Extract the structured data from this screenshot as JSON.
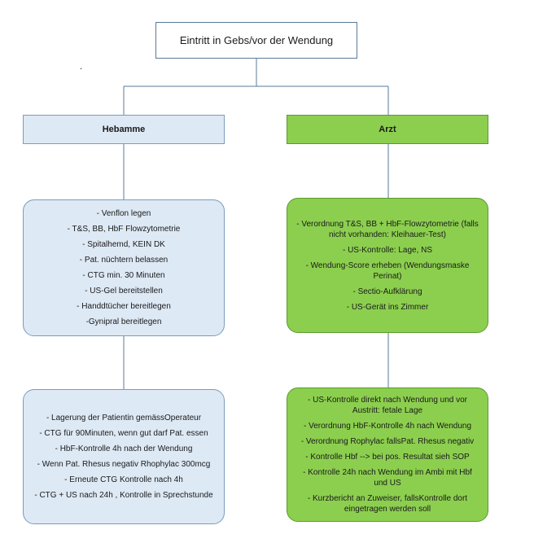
{
  "root": {
    "title": "Eintritt in Gebs/vor der Wendung"
  },
  "stray_mark": ".",
  "hebamme": {
    "header": "Hebamme",
    "box1": [
      "- Venflon legen",
      "- T&S, BB, HbF Flowzytometrie",
      "- Spitalhemd, KEIN DK",
      "- Pat. nüchtern belassen",
      "- CTG min. 30 Minuten",
      "- US-Gel bereitstellen",
      "- Handdtücher bereitlegen",
      "-Gynipral bereitlegen"
    ],
    "box2": [
      "- Lagerung der Patientin gemässOperateur",
      "- CTG für 90Minuten, wenn gut darf Pat. essen",
      "- HbF-Kontrolle 4h nach der Wendung",
      "- Wenn Pat. Rhesus negativ Rhophylac 300mcg",
      "- Erneute CTG Kontrolle nach 4h",
      "- CTG + US nach 24h , Kontrolle in Sprechstunde"
    ]
  },
  "arzt": {
    "header": "Arzt",
    "box1": [
      "- Verordnung T&S, BB + HbF-Flowzytometrie (falls nicht vorhanden: Kleihauer-Test)",
      "- US-Kontrolle: Lage, NS",
      "- Wendung-Score erheben (Wendungsmaske Perinat)",
      "- Sectio-Aufklärung",
      "- US-Gerät ins Zimmer"
    ],
    "box2": [
      "- US-Kontrolle direkt nach Wendung und vor Austritt: fetale Lage",
      "- Verordnung HbF-Kontrolle 4h nach Wendung",
      "- Verordnung Rophylac fallsPat. Rhesus negativ",
      "- Kontrolle Hbf --> bei pos. Resultat sieh SOP",
      "- Kontrolle 24h nach Wendung im Ambi mit Hbf und US",
      "- Kurzbericht an Zuweiser, fallsKontrolle dort eingetragen werden soll"
    ]
  },
  "colors": {
    "blue_fill": "#dde9f5",
    "blue_border": "#7d9cbb",
    "green_fill": "#8ccf4f",
    "green_border": "#5a9a2c",
    "connector": "#5a7a9a"
  }
}
